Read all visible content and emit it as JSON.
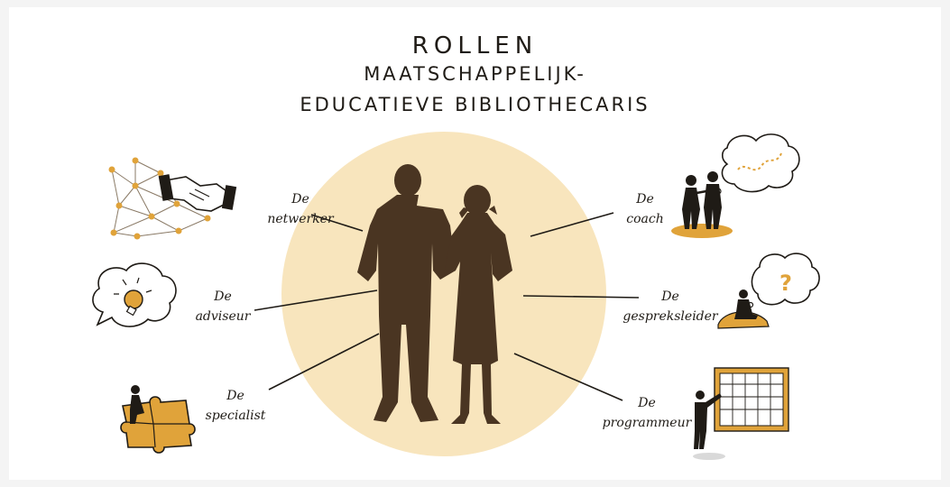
{
  "title": {
    "line1": "ROLLEN",
    "line2": "MAATSCHAPPELIJK-",
    "line3": "EDUCATIEVE BIBLIOTHECARIS"
  },
  "roles": {
    "netwerker": {
      "prefix": "De",
      "name": "netwerker"
    },
    "adviseur": {
      "prefix": "De",
      "name": "adviseur"
    },
    "specialist": {
      "prefix": "De",
      "name": "specialist"
    },
    "coach": {
      "prefix": "De",
      "name": "coach"
    },
    "gespreksleider": {
      "prefix": "De",
      "name": "gespreksleider"
    },
    "programmeur": {
      "prefix": "De",
      "name": "programmeur"
    }
  },
  "colors": {
    "circle": "#f8e5bd",
    "figure": "#4a3522",
    "accent": "#e0a33a",
    "ink": "#1f1b16"
  },
  "icons": {
    "netwerker": "network-handshake-icon",
    "adviseur": "lightbulb-bubble-icon",
    "specialist": "puzzle-person-icon",
    "coach": "coach-thought-icon",
    "gespreksleider": "question-bubble-icon",
    "programmeur": "schedule-board-icon"
  }
}
